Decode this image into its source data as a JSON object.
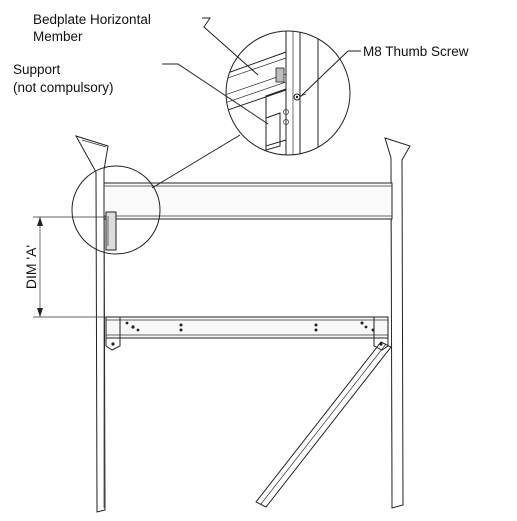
{
  "labels": {
    "bedplate_line1": "Bedplate Horizontal",
    "bedplate_line2": "Member",
    "thumb_screw": "M8 Thumb Screw",
    "support_line1": "Support",
    "support_line2": "(not compulsory)",
    "dimension": "DIM 'A'"
  },
  "colors": {
    "line": "#222222",
    "fill_light": "#f2f2f2",
    "fill_mid": "#dcdcdc",
    "fill_dark": "#bdbdbd"
  }
}
